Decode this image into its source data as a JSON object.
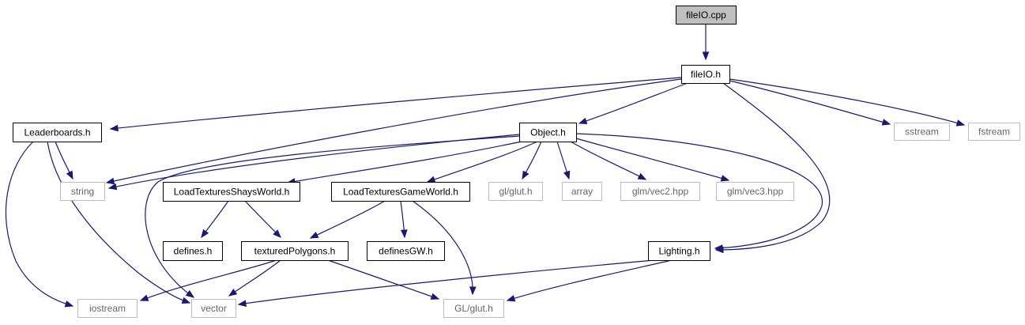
{
  "diagram": {
    "kind": "include-dependency-graph",
    "colors": {
      "edge": "#191970",
      "root_fill": "#bfbfbf",
      "node_border": "#000000",
      "external_border": "#bfbfbf",
      "external_text": "#666666"
    },
    "nodes": [
      {
        "id": "fileIO_cpp",
        "label": "fileIO.cpp",
        "style": "root"
      },
      {
        "id": "fileIO_h",
        "label": "fileIO.h",
        "style": "local"
      },
      {
        "id": "Leaderboards_h",
        "label": "Leaderboards.h",
        "style": "local"
      },
      {
        "id": "Object_h",
        "label": "Object.h",
        "style": "local"
      },
      {
        "id": "sstream",
        "label": "sstream",
        "style": "external"
      },
      {
        "id": "fstream",
        "label": "fstream",
        "style": "external"
      },
      {
        "id": "string",
        "label": "string",
        "style": "external"
      },
      {
        "id": "LTSW_h",
        "label": "LoadTexturesShaysWorld.h",
        "style": "local"
      },
      {
        "id": "LTGW_h",
        "label": "LoadTexturesGameWorld.h",
        "style": "local"
      },
      {
        "id": "gl_glut_h",
        "label": "gl/glut.h",
        "style": "external"
      },
      {
        "id": "array",
        "label": "array",
        "style": "external"
      },
      {
        "id": "glm_vec2",
        "label": "glm/vec2.hpp",
        "style": "external"
      },
      {
        "id": "glm_vec3",
        "label": "glm/vec3.hpp",
        "style": "external"
      },
      {
        "id": "defines_h",
        "label": "defines.h",
        "style": "local"
      },
      {
        "id": "texturedPolygons_h",
        "label": "texturedPolygons.h",
        "style": "local"
      },
      {
        "id": "definesGW_h",
        "label": "definesGW.h",
        "style": "local"
      },
      {
        "id": "Lighting_h",
        "label": "Lighting.h",
        "style": "local"
      },
      {
        "id": "iostream",
        "label": "iostream",
        "style": "external"
      },
      {
        "id": "vector",
        "label": "vector",
        "style": "external"
      },
      {
        "id": "GL_glut_h",
        "label": "GL/glut.h",
        "style": "external"
      }
    ],
    "edges": [
      {
        "from": "fileIO_cpp",
        "to": "fileIO_h"
      },
      {
        "from": "fileIO_h",
        "to": "Leaderboards_h"
      },
      {
        "from": "fileIO_h",
        "to": "string"
      },
      {
        "from": "fileIO_h",
        "to": "Object_h"
      },
      {
        "from": "fileIO_h",
        "to": "sstream"
      },
      {
        "from": "fileIO_h",
        "to": "fstream"
      },
      {
        "from": "fileIO_h",
        "to": "Lighting_h"
      },
      {
        "from": "Leaderboards_h",
        "to": "string"
      },
      {
        "from": "Leaderboards_h",
        "to": "iostream"
      },
      {
        "from": "Leaderboards_h",
        "to": "vector"
      },
      {
        "from": "Object_h",
        "to": "string"
      },
      {
        "from": "Object_h",
        "to": "vector"
      },
      {
        "from": "Object_h",
        "to": "LTSW_h"
      },
      {
        "from": "Object_h",
        "to": "LTGW_h"
      },
      {
        "from": "Object_h",
        "to": "gl_glut_h"
      },
      {
        "from": "Object_h",
        "to": "array"
      },
      {
        "from": "Object_h",
        "to": "glm_vec2"
      },
      {
        "from": "Object_h",
        "to": "glm_vec3"
      },
      {
        "from": "Object_h",
        "to": "Lighting_h"
      },
      {
        "from": "LTSW_h",
        "to": "defines_h"
      },
      {
        "from": "LTSW_h",
        "to": "texturedPolygons_h"
      },
      {
        "from": "LTGW_h",
        "to": "texturedPolygons_h"
      },
      {
        "from": "LTGW_h",
        "to": "definesGW_h"
      },
      {
        "from": "LTGW_h",
        "to": "GL_glut_h"
      },
      {
        "from": "texturedPolygons_h",
        "to": "iostream"
      },
      {
        "from": "texturedPolygons_h",
        "to": "vector"
      },
      {
        "from": "texturedPolygons_h",
        "to": "GL_glut_h"
      },
      {
        "from": "Lighting_h",
        "to": "vector"
      },
      {
        "from": "Lighting_h",
        "to": "GL_glut_h"
      }
    ]
  }
}
